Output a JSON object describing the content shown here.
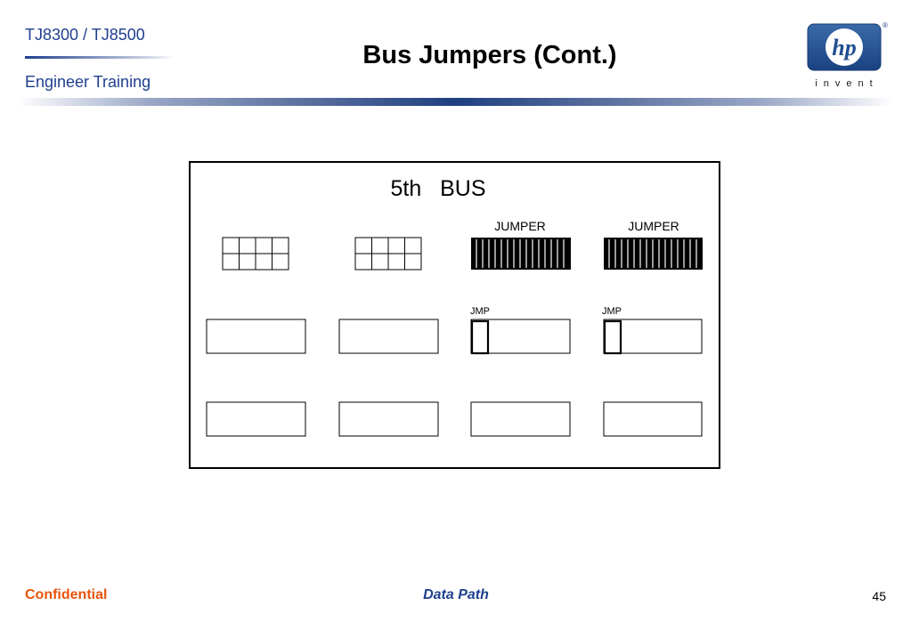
{
  "header": {
    "product": "TJ8300 / TJ8500",
    "dept": "Engineer  Training",
    "title": "Bus Jumpers (Cont.)"
  },
  "logo": {
    "text": "hp",
    "tagline": "invent",
    "trademark": "®",
    "color": "#1f4f8f"
  },
  "diagram": {
    "title": "5th   BUS",
    "jumper_labels": [
      "JUMPER",
      "JUMPER"
    ],
    "jmp_labels": [
      "JMP",
      "JMP"
    ],
    "colors": {
      "outline": "#000000",
      "block_fill": "#000000",
      "background": "#ffffff"
    }
  },
  "footer": {
    "confidential": "Confidential",
    "section": "Data Path",
    "page": "45"
  }
}
